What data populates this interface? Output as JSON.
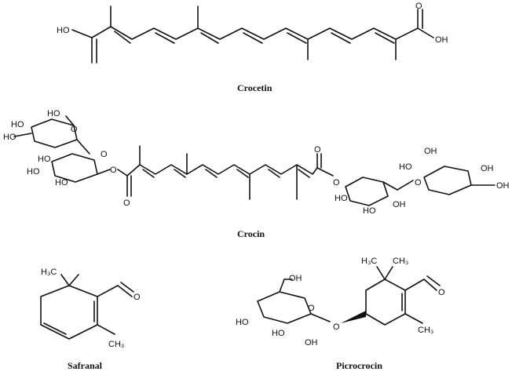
{
  "labels": {
    "crocetin": "Crocetin",
    "crocin": "Crocin",
    "safranal": "Safranal",
    "picrocrocin": "Picrocrocin"
  },
  "atoms": {
    "ho": "HO",
    "oh": "OH",
    "o": "O",
    "h3c": "H₃C",
    "ch3": "CH₃"
  }
}
